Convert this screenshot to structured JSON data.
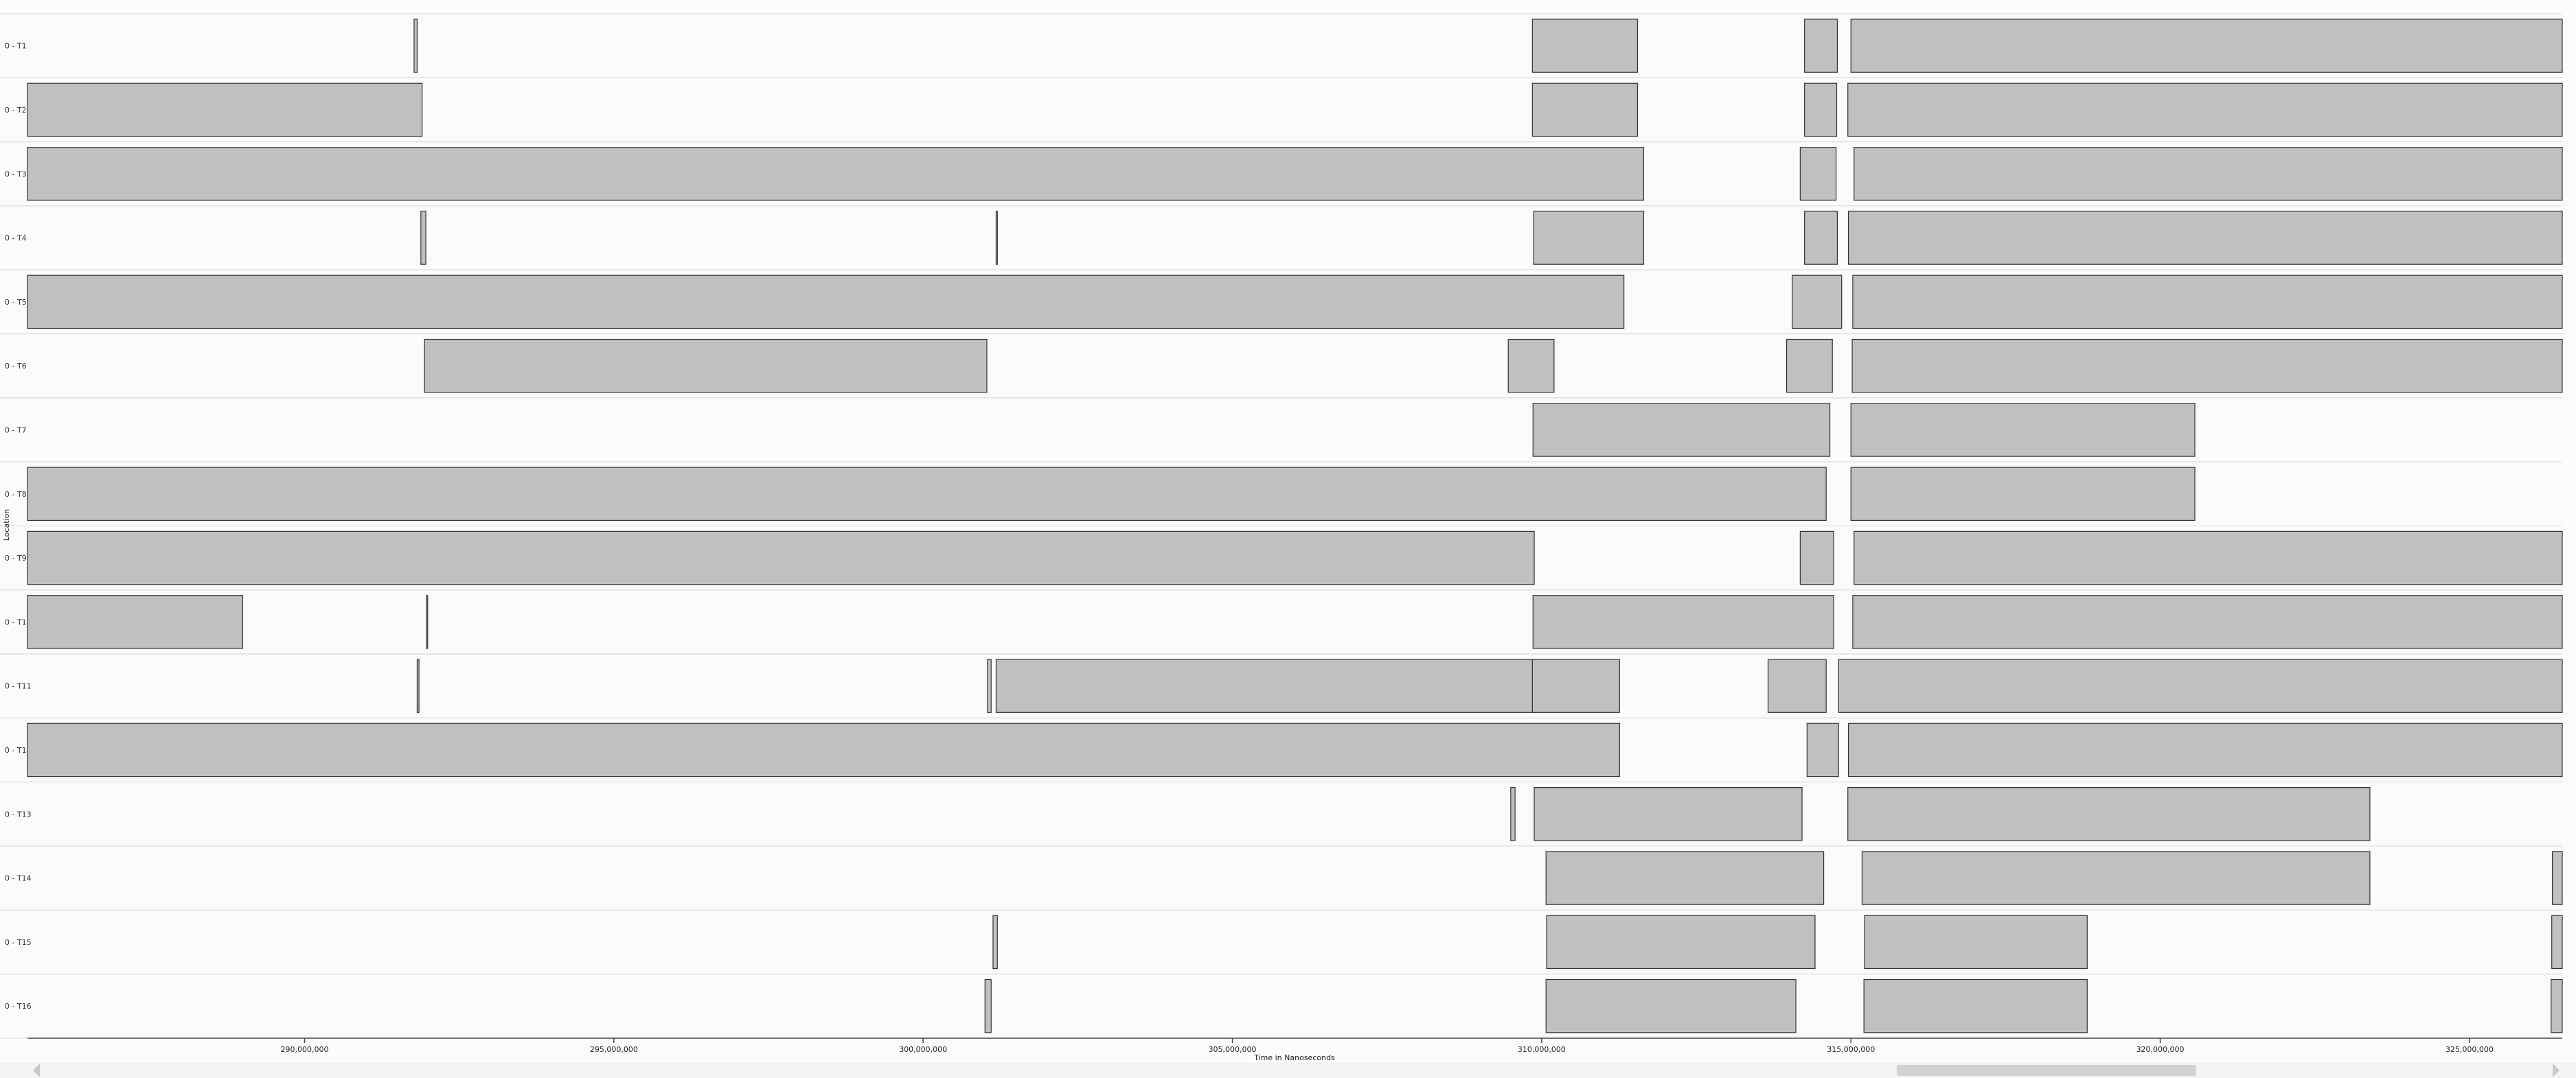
{
  "chart_data": {
    "type": "timeline",
    "xlabel": "Time in Nanoseconds",
    "ylabel": "Location",
    "xlim": [
      285520000,
      326500000
    ],
    "tick_values": [
      290000000,
      295000000,
      300000000,
      305000000,
      310000000,
      315000000,
      320000000,
      325000000
    ],
    "tick_labels": [
      "290,000,000",
      "295,000,000",
      "300,000,000",
      "305,000,000",
      "310,000,000",
      "315,000,000",
      "320,000,000",
      "325,000,000"
    ],
    "rows": [
      {
        "label": "0 - T1",
        "spans": [
          [
            291770000,
            291820000
          ],
          [
            309850000,
            311550000
          ],
          [
            314250000,
            314780000
          ],
          [
            315000000,
            326500000
          ]
        ]
      },
      {
        "label": "0 - T2",
        "spans": [
          [
            285520000,
            291900000
          ],
          [
            309850000,
            311550000
          ],
          [
            314250000,
            314770000
          ],
          [
            314950000,
            326500000
          ]
        ]
      },
      {
        "label": "0 - T3",
        "spans": [
          [
            285520000,
            311650000
          ],
          [
            314180000,
            314760000
          ],
          [
            315050000,
            326500000
          ]
        ]
      },
      {
        "label": "0 - T4",
        "spans": [
          [
            291880000,
            291960000
          ],
          [
            301180000,
            301200000
          ],
          [
            309870000,
            311650000
          ],
          [
            314250000,
            314780000
          ],
          [
            314960000,
            326500000
          ]
        ]
      },
      {
        "label": "0 - T5",
        "spans": [
          [
            285520000,
            311330000
          ],
          [
            314050000,
            314850000
          ],
          [
            315030000,
            326500000
          ]
        ]
      },
      {
        "label": "0 - T6",
        "spans": [
          [
            291940000,
            301030000
          ],
          [
            309460000,
            310200000
          ],
          [
            313960000,
            314700000
          ],
          [
            315020000,
            326500000
          ]
        ]
      },
      {
        "label": "0 - T7",
        "spans": [
          [
            309860000,
            314660000
          ],
          [
            315000000,
            320560000
          ]
        ]
      },
      {
        "label": "0 - T8",
        "spans": [
          [
            285520000,
            314600000
          ],
          [
            315000000,
            320560000
          ]
        ]
      },
      {
        "label": "0 - T9",
        "spans": [
          [
            285520000,
            309880000
          ],
          [
            314180000,
            314720000
          ],
          [
            315050000,
            326500000
          ]
        ]
      },
      {
        "label": "0 - T10",
        "spans": [
          [
            285520000,
            289000000
          ],
          [
            291970000,
            291990000
          ],
          [
            309860000,
            314720000
          ],
          [
            315030000,
            326500000
          ]
        ]
      },
      {
        "label": "0 - T11",
        "spans": [
          [
            291820000,
            291850000
          ],
          [
            301040000,
            301100000
          ],
          [
            301180000,
            309900000
          ],
          [
            309850000,
            311260000
          ],
          [
            313660000,
            314600000
          ],
          [
            314800000,
            326500000
          ]
        ]
      },
      {
        "label": "0 - T12",
        "spans": [
          [
            285520000,
            311260000
          ],
          [
            314290000,
            314800000
          ],
          [
            314960000,
            326500000
          ]
        ]
      },
      {
        "label": "0 - T13",
        "spans": [
          [
            309500000,
            309570000
          ],
          [
            309880000,
            314210000
          ],
          [
            314950000,
            323390000
          ]
        ]
      },
      {
        "label": "0 - T14",
        "spans": [
          [
            310070000,
            314560000
          ],
          [
            315180000,
            323390000
          ],
          [
            326340000,
            326500000
          ]
        ]
      },
      {
        "label": "0 - T15",
        "spans": [
          [
            301130000,
            301200000
          ],
          [
            310080000,
            314420000
          ],
          [
            315220000,
            318820000
          ],
          [
            326330000,
            326500000
          ]
        ]
      },
      {
        "label": "0 - T16",
        "spans": [
          [
            301000000,
            301100000
          ],
          [
            310070000,
            314110000
          ],
          [
            315210000,
            318820000
          ],
          [
            326320000,
            326500000
          ]
        ]
      }
    ],
    "grid": false
  },
  "colors": {
    "bar_fill": "#c0c0c0",
    "bar_stroke": "#333333",
    "background": "#fbfbfb",
    "lane_separator": "#e2e2e2"
  }
}
